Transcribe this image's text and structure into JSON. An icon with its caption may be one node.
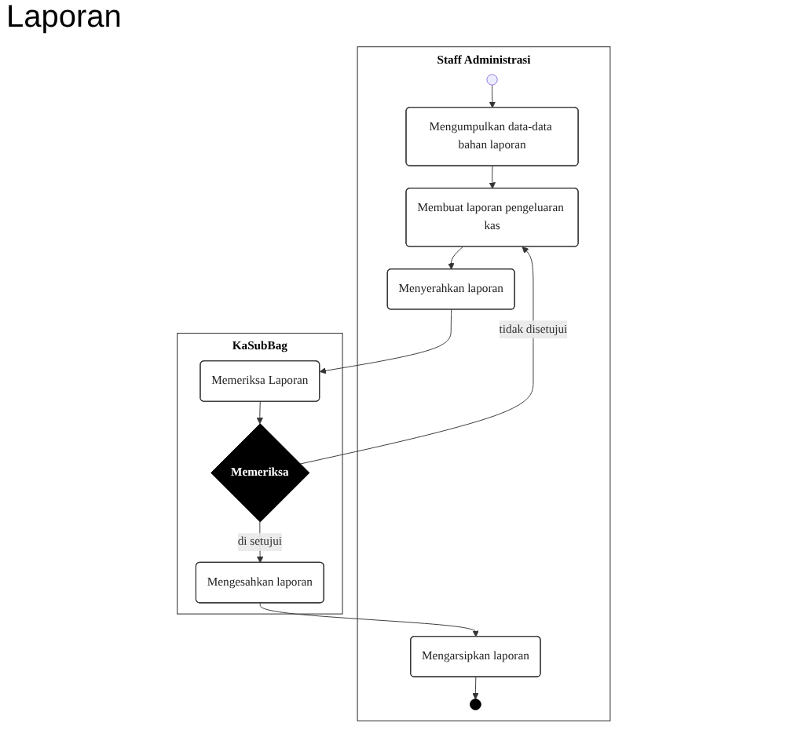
{
  "diagram": {
    "title": "Laporan",
    "nodes": [
      {
        "text": [
          "Staff Administrasi"
        ]
      },
      {
        "text": [
          "KaSubBag"
        ]
      },
      {
        "text": [],
        "shape": "circle",
        "in": 0
      },
      {
        "text": [
          "Mengumpulkan data-data bahan laporan"
        ],
        "in": 0
      },
      {
        "text": [
          "Membuat laporan pengeluaran kas"
        ],
        "in": 0
      },
      {
        "text": [
          "Menyerahkan laporan"
        ],
        "in": 0
      },
      {
        "text": [
          "Memeriksa Laporan"
        ],
        "in": 1
      },
      {
        "text": [
          "Memeriksa"
        ],
        "in": 1
      },
      {
        "text": [
          "Mengesahkan laporan"
        ],
        "in": 1
      },
      {
        "text": [
          "Mengarsipkan laporan"
        ],
        "in": 0
      },
      {
        "text": [],
        "shape": "bullseye",
        "in": 0
      }
    ],
    "edges": [
      {
        "from": 2,
        "to": 3,
        "arrow": "to"
      },
      {
        "from": 3,
        "to": 4,
        "arrow": "to"
      },
      {
        "from": 4,
        "to": 5,
        "arrow": "to"
      },
      {
        "from": 5,
        "to": 6,
        "arrow": "to"
      },
      {
        "from": 6,
        "to": 7,
        "arrow": "to"
      },
      {
        "from": 7,
        "to": 4,
        "arrow": "to",
        "label": "tidak disetujui"
      },
      {
        "from": 7,
        "to": 8,
        "arrow": "to",
        "label": "di setujui"
      },
      {
        "from": 8,
        "to": 9,
        "arrow": "to"
      },
      {
        "from": 9,
        "to": 10,
        "arrow": "to"
      }
    ]
  }
}
